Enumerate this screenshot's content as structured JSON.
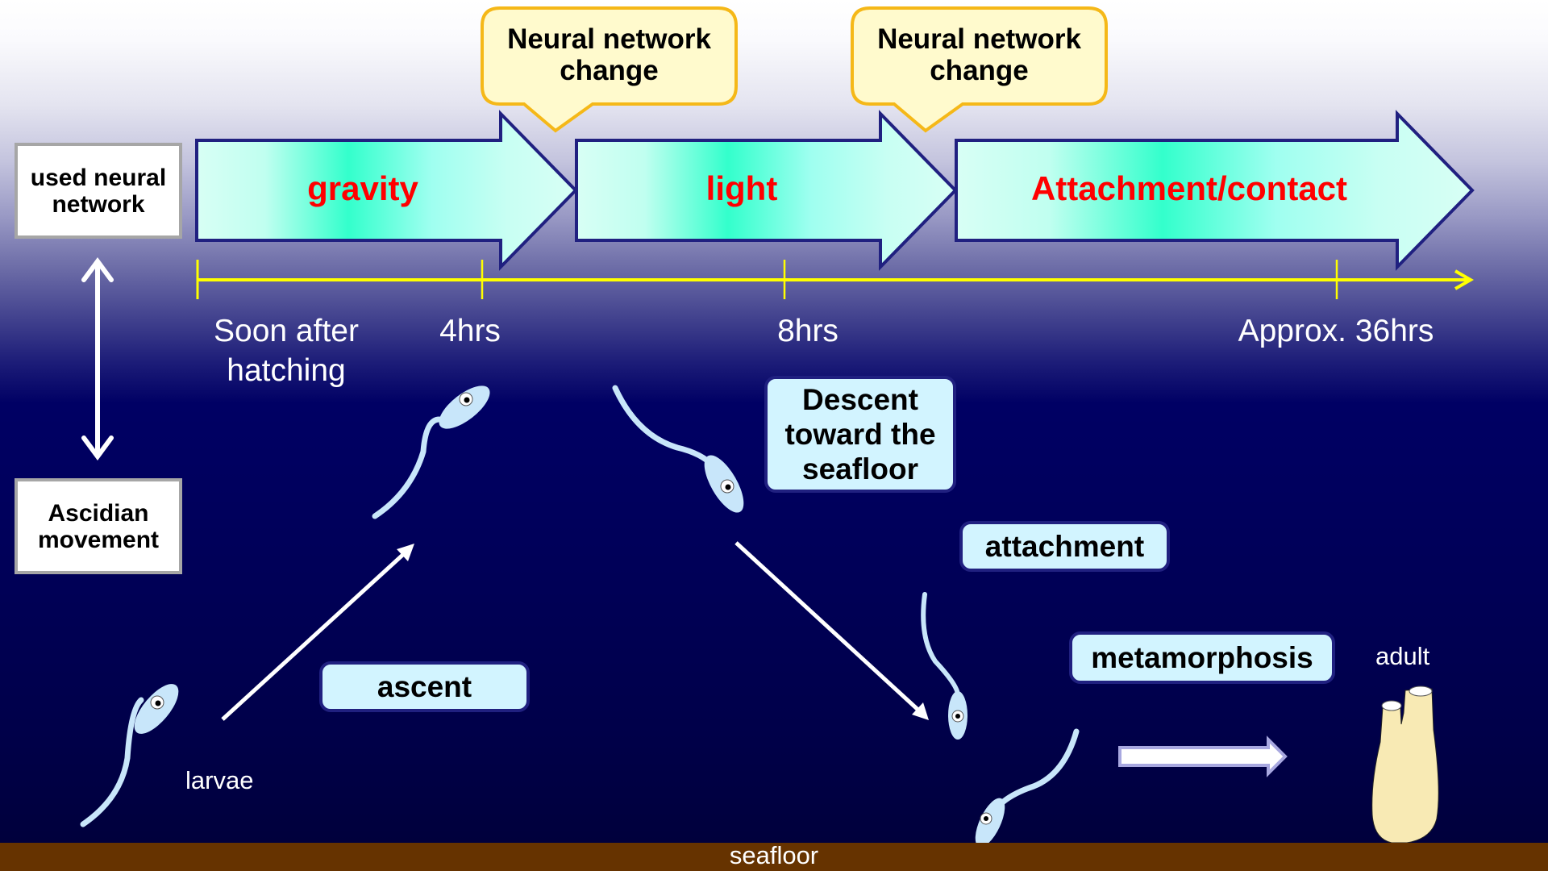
{
  "left_panel": {
    "top_box": "used neural network",
    "top_box_lines": [
      "used neural",
      "network"
    ],
    "bottom_box_lines": [
      "Ascidian",
      "movement"
    ]
  },
  "callouts": [
    {
      "lines": [
        "Neural network",
        "change"
      ]
    },
    {
      "lines": [
        "Neural network",
        "change"
      ]
    }
  ],
  "stages": [
    {
      "label": "gravity"
    },
    {
      "label": "light"
    },
    {
      "label": "Attachment/contact"
    }
  ],
  "timeline": {
    "ticks": [
      {
        "lines": [
          "Soon after",
          "hatching"
        ]
      },
      {
        "lines": [
          "4hrs"
        ]
      },
      {
        "lines": [
          "8hrs"
        ]
      },
      {
        "lines": [
          "Approx. 36hrs"
        ]
      }
    ]
  },
  "movement": {
    "descent_lines": [
      "Descent",
      "toward the",
      "seafloor"
    ],
    "ascent": "ascent",
    "attachment": "attachment",
    "metamorphosis": "metamorphosis",
    "larvae": "larvae",
    "adult": "adult",
    "seafloor": "seafloor"
  },
  "colors": {
    "stage_text": "#ff0000",
    "arrow_outline": "#202080",
    "arrow_fill_center": "#33ffcc",
    "arrow_fill_edge": "#d8fff5",
    "callout_fill": "#fffacd",
    "callout_border": "#f5b818",
    "timeline": "#ffff00",
    "box_fill": "#d2f4ff",
    "seafloor": "#663300",
    "larva": "#c8e6fa",
    "adult": "#f8eab4"
  }
}
